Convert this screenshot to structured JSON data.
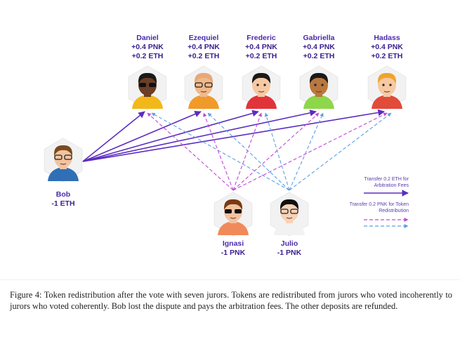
{
  "jurors_top": [
    {
      "name": "Daniel",
      "pnk": "+0.4 PNK",
      "eth": "+0.2 ETH"
    },
    {
      "name": "Ezequiel",
      "pnk": "+0.4 PNK",
      "eth": "+0.2 ETH"
    },
    {
      "name": "Frederic",
      "pnk": "+0.4 PNK",
      "eth": "+0.2 ETH"
    },
    {
      "name": "Gabriella",
      "pnk": "+0.4 PNK",
      "eth": "+0.2 ETH"
    },
    {
      "name": "Hadass",
      "pnk": "+0.4 PNK",
      "eth": "+0.2 ETH"
    }
  ],
  "jurors_bottom": [
    {
      "name": "Ignasi",
      "pnk": "-1 PNK"
    },
    {
      "name": "Julio",
      "pnk": "-1 PNK"
    }
  ],
  "bob": {
    "name": "Bob",
    "eth": "-1 ETH"
  },
  "legend": {
    "eth_transfer": "Transfer 0.2 ETH for Arbitration Fees",
    "pnk_transfer": "Transfer 0.2 PNK for Token Redistribution"
  },
  "caption": "Figure 4: Token redistribution after the vote with seven jurors. Tokens are redistributed from jurors who voted incoherently to jurors who voted coherently. Bob lost the dispute and pays the arbitration fees. The other deposits are refunded.",
  "colors": {
    "eth_arrow": "#5b2dbf",
    "pnk_arrow_purple": "#c048d8",
    "pnk_arrow_blue": "#5aa0e6",
    "label_text": "#3b1f8f",
    "hexagon": "#f2f2f2"
  },
  "icons": [
    "juror-avatar-icon",
    "solid-arrow-icon",
    "dashed-arrow-icon"
  ]
}
